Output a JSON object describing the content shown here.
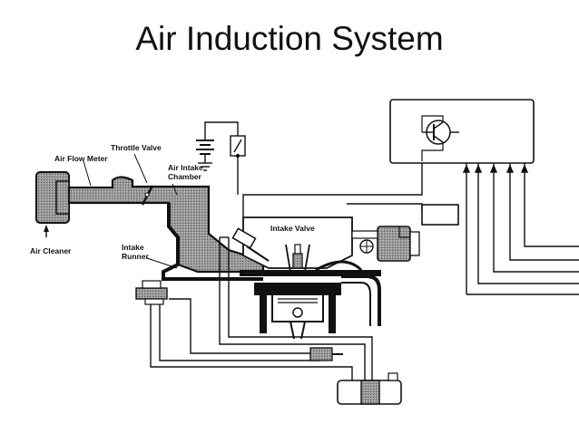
{
  "title": "Air Induction System",
  "labels": {
    "throttle_valve": "Throttle Valve",
    "air_flow_meter": "Air Flow Meter",
    "air_intake_chamber_line1": "Air Intake",
    "air_intake_chamber_line2": "Chamber",
    "intake_valve": "Intake Valve",
    "air_cleaner": "Air Cleaner",
    "intake_runner_line1": "Intake",
    "intake_runner_line2": "Runner"
  },
  "colors": {
    "intake_fill": "#8f8f8f",
    "line": "#111111",
    "background": "#ffffff"
  },
  "icons": [
    "transistor-symbol-icon",
    "battery-symbol-icon",
    "ground-symbol-icon",
    "switch-symbol-icon",
    "spark-plug-icon",
    "distributor-icon"
  ]
}
